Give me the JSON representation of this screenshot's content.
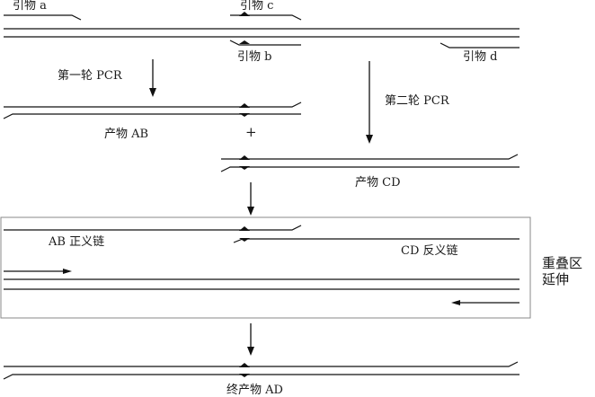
{
  "primers": {
    "a": "引物 a",
    "c": "引物 c",
    "b": "引物 b",
    "d": "引物 d"
  },
  "steps": {
    "first_pcr": "第一轮 PCR",
    "second_pcr": "第二轮 PCR"
  },
  "products": {
    "ab": "产物 AB",
    "plus": "+",
    "cd": "产物 CD",
    "final": "终产物 AD"
  },
  "strands": {
    "ab_sense": "AB 正义链",
    "cd_antisense": "CD 反义链"
  },
  "overlap": {
    "line1": "重叠区",
    "line2": "延伸"
  },
  "colors": {
    "line": "#111111",
    "box_border": "#888888"
  }
}
